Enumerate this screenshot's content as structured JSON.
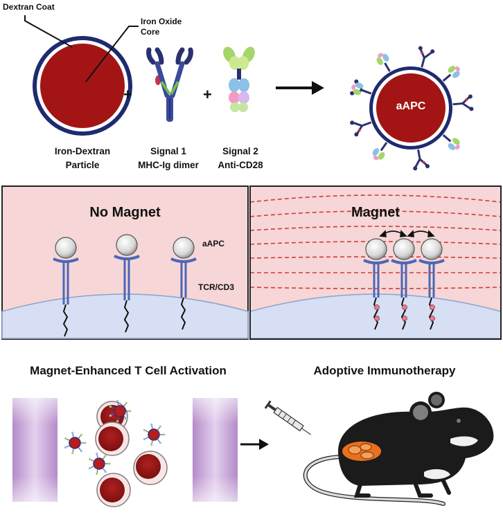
{
  "top": {
    "dextran_coat_label": "Dextran Coat",
    "iron_oxide_label_line1": "Iron Oxide",
    "iron_oxide_label_line2": "Core",
    "particle_label_line1": "Iron-Dextran",
    "particle_label_line2": "Particle",
    "signal1_label_line1": "Signal 1",
    "signal1_label_line2": "MHC-Ig dimer",
    "signal2_label_line1": "Signal 2",
    "signal2_label_line2": "Anti-CD28",
    "plus_sign": "+",
    "aapc_label": "aAPC"
  },
  "middle": {
    "left_panel_title": "No Magnet",
    "right_panel_title": "Magnet",
    "aapc_label": "aAPC",
    "tcr_label": "TCR/CD3",
    "colors": {
      "left_bg": "#f8dada",
      "right_bg": "#f8dada",
      "cell_membrane": "#d6dff3",
      "field_lines": "#d23a3a",
      "receptor": "#4a67b8"
    }
  },
  "bottom": {
    "activation_title": "Magnet-Enhanced T Cell Activation",
    "immunotherapy_title": "Adoptive Immunotherapy"
  },
  "colors": {
    "particle_core": "#a31515",
    "particle_coat": "#1e2b6e",
    "magnet_bar": "#c9a8d8"
  }
}
